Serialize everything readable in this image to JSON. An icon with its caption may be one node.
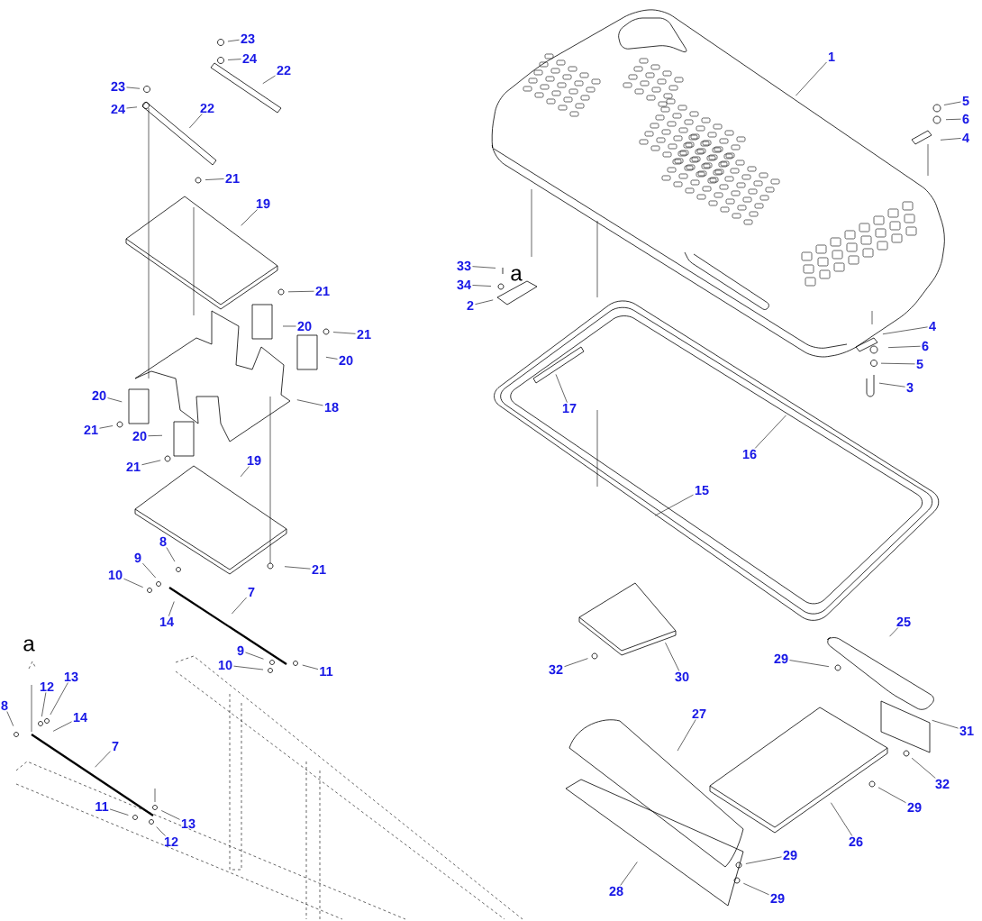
{
  "diagram": {
    "nodes": [
      {
        "text": [
          "23"
        ]
      },
      {
        "text": [
          "24"
        ]
      },
      {
        "text": [
          "22"
        ]
      },
      {
        "text": [
          "1"
        ]
      },
      {
        "text": [
          "23"
        ]
      },
      {
        "text": [
          "5"
        ]
      },
      {
        "text": [
          "24"
        ]
      },
      {
        "text": [
          "22"
        ]
      },
      {
        "text": [
          "6"
        ]
      },
      {
        "text": [
          "4"
        ]
      },
      {
        "text": [
          "21"
        ]
      },
      {
        "text": [
          "19"
        ]
      },
      {
        "text": [
          "33"
        ]
      },
      {
        "text": [
          "34"
        ]
      },
      {
        "text": [
          "21"
        ]
      },
      {
        "text": [
          "2"
        ]
      },
      {
        "text": [
          "20"
        ]
      },
      {
        "text": [
          "4"
        ]
      },
      {
        "text": [
          "21"
        ]
      },
      {
        "text": [
          "6"
        ]
      },
      {
        "text": [
          "20"
        ]
      },
      {
        "text": [
          "5"
        ]
      },
      {
        "text": [
          "3"
        ]
      },
      {
        "text": [
          "20"
        ]
      },
      {
        "text": [
          "18"
        ]
      },
      {
        "text": [
          "17"
        ]
      },
      {
        "text": [
          "21"
        ]
      },
      {
        "text": [
          "20"
        ]
      },
      {
        "text": [
          "16"
        ]
      },
      {
        "text": [
          "19"
        ]
      },
      {
        "text": [
          "21"
        ]
      },
      {
        "text": [
          "15"
        ]
      },
      {
        "text": [
          "8"
        ]
      },
      {
        "text": [
          "9"
        ]
      },
      {
        "text": [
          "21"
        ]
      },
      {
        "text": [
          "10"
        ]
      },
      {
        "text": [
          "7"
        ]
      },
      {
        "text": [
          "14"
        ]
      },
      {
        "text": [
          "25"
        ]
      },
      {
        "text": [
          "9"
        ]
      },
      {
        "text": [
          "29"
        ]
      },
      {
        "text": [
          "10"
        ]
      },
      {
        "text": [
          "11"
        ]
      },
      {
        "text": [
          "32"
        ]
      },
      {
        "text": [
          "30"
        ]
      },
      {
        "text": [
          "13"
        ]
      },
      {
        "text": [
          "12"
        ]
      },
      {
        "text": [
          "8"
        ]
      },
      {
        "text": [
          "27"
        ]
      },
      {
        "text": [
          "14"
        ]
      },
      {
        "text": [
          "31"
        ]
      },
      {
        "text": [
          "7"
        ]
      },
      {
        "text": [
          "32"
        ]
      },
      {
        "text": [
          "11"
        ]
      },
      {
        "text": [
          "29"
        ]
      },
      {
        "text": [
          "13"
        ]
      },
      {
        "text": [
          "26"
        ]
      },
      {
        "text": [
          "12"
        ]
      },
      {
        "text": [
          "29"
        ]
      },
      {
        "text": [
          "28"
        ]
      },
      {
        "text": [
          "29"
        ]
      }
    ],
    "edges": [
      {
        "from": 0,
        "to": null,
        "arrow": "none"
      },
      {
        "from": 1,
        "to": null,
        "arrow": "none"
      },
      {
        "from": 2,
        "to": null,
        "arrow": "none"
      },
      {
        "from": 3,
        "to": null,
        "arrow": "none"
      },
      {
        "from": 4,
        "to": null,
        "arrow": "none"
      },
      {
        "from": 5,
        "to": null,
        "arrow": "none"
      },
      {
        "from": 6,
        "to": null,
        "arrow": "none"
      },
      {
        "from": 7,
        "to": null,
        "arrow": "none"
      },
      {
        "from": 8,
        "to": null,
        "arrow": "none"
      },
      {
        "from": 9,
        "to": null,
        "arrow": "none"
      },
      {
        "from": 10,
        "to": null,
        "arrow": "none"
      },
      {
        "from": 11,
        "to": null,
        "arrow": "none"
      },
      {
        "from": 12,
        "to": null,
        "arrow": "none"
      },
      {
        "from": 13,
        "to": null,
        "arrow": "none"
      },
      {
        "from": 14,
        "to": null,
        "arrow": "none"
      },
      {
        "from": 15,
        "to": null,
        "arrow": "none"
      },
      {
        "from": 16,
        "to": null,
        "arrow": "none"
      },
      {
        "from": 17,
        "to": null,
        "arrow": "none"
      },
      {
        "from": 18,
        "to": null,
        "arrow": "none"
      },
      {
        "from": 19,
        "to": null,
        "arrow": "none"
      },
      {
        "from": 20,
        "to": null,
        "arrow": "none"
      },
      {
        "from": 21,
        "to": null,
        "arrow": "none"
      },
      {
        "from": 22,
        "to": null,
        "arrow": "none"
      },
      {
        "from": 23,
        "to": null,
        "arrow": "none"
      },
      {
        "from": 24,
        "to": null,
        "arrow": "none"
      },
      {
        "from": 25,
        "to": null,
        "arrow": "none"
      },
      {
        "from": 26,
        "to": null,
        "arrow": "none"
      },
      {
        "from": 27,
        "to": null,
        "arrow": "none"
      },
      {
        "from": 28,
        "to": null,
        "arrow": "none"
      },
      {
        "from": 29,
        "to": null,
        "arrow": "none"
      },
      {
        "from": 30,
        "to": null,
        "arrow": "none"
      },
      {
        "from": 31,
        "to": null,
        "arrow": "none"
      },
      {
        "from": 32,
        "to": null,
        "arrow": "none"
      },
      {
        "from": 33,
        "to": null,
        "arrow": "none"
      },
      {
        "from": 34,
        "to": null,
        "arrow": "none"
      },
      {
        "from": 35,
        "to": null,
        "arrow": "none"
      },
      {
        "from": 36,
        "to": null,
        "arrow": "none"
      },
      {
        "from": 37,
        "to": null,
        "arrow": "none"
      },
      {
        "from": 38,
        "to": null,
        "arrow": "none"
      },
      {
        "from": 39,
        "to": null,
        "arrow": "none"
      },
      {
        "from": 40,
        "to": null,
        "arrow": "none"
      },
      {
        "from": 41,
        "to": null,
        "arrow": "none"
      },
      {
        "from": 42,
        "to": null,
        "arrow": "none"
      },
      {
        "from": 43,
        "to": null,
        "arrow": "none"
      },
      {
        "from": 44,
        "to": null,
        "arrow": "none"
      },
      {
        "from": 45,
        "to": null,
        "arrow": "none"
      },
      {
        "from": 46,
        "to": null,
        "arrow": "none"
      },
      {
        "from": 47,
        "to": null,
        "arrow": "none"
      },
      {
        "from": 48,
        "to": null,
        "arrow": "none"
      },
      {
        "from": 49,
        "to": null,
        "arrow": "none"
      },
      {
        "from": 50,
        "to": null,
        "arrow": "none"
      },
      {
        "from": 51,
        "to": null,
        "arrow": "none"
      },
      {
        "from": 52,
        "to": null,
        "arrow": "none"
      },
      {
        "from": 53,
        "to": null,
        "arrow": "none"
      },
      {
        "from": 54,
        "to": null,
        "arrow": "none"
      },
      {
        "from": 55,
        "to": null,
        "arrow": "none"
      },
      {
        "from": 56,
        "to": null,
        "arrow": "none"
      },
      {
        "from": 57,
        "to": null,
        "arrow": "none"
      },
      {
        "from": 58,
        "to": null,
        "arrow": "none"
      },
      {
        "from": 59,
        "to": null,
        "arrow": "none"
      },
      {
        "from": 60,
        "to": null,
        "arrow": "none"
      }
    ],
    "labels": [
      "a",
      "a"
    ]
  }
}
